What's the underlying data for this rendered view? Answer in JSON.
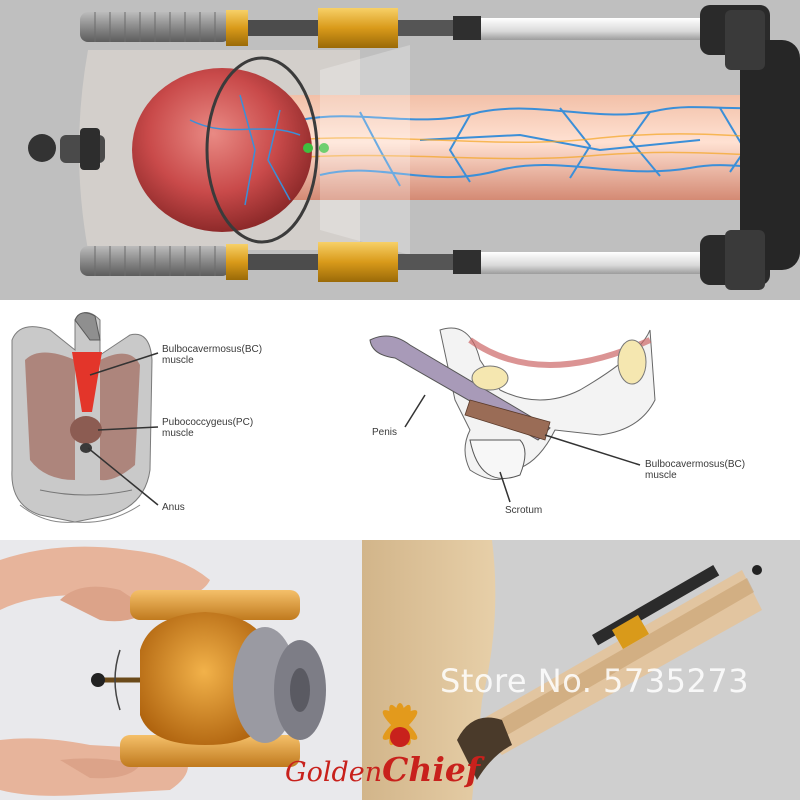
{
  "diagram_labels": {
    "bc_muscle_left_line1": "Bulbocavermosus(BC)",
    "bc_muscle_left_line2": "muscle",
    "pc_muscle_line1": "Pubococcygeus(PC)",
    "pc_muscle_line2": "muscle",
    "anus": "Anus",
    "penis": "Penis",
    "bc_muscle_right_line1": "Bulbocavermosus(BC)",
    "bc_muscle_right_line2": "muscle",
    "scrotum": "Scrotum"
  },
  "watermark": "Store No. 5735273",
  "logo": {
    "text_part1": "Golden",
    "text_part2": "Chief"
  },
  "colors": {
    "tube_brass": "#d99a1a",
    "vein_blue": "#3b8fd8",
    "glans_red": "#c94a4a",
    "muscle_red": "#e3352a",
    "logo_red": "#c8211c",
    "device_amber": "#d58a1f"
  }
}
